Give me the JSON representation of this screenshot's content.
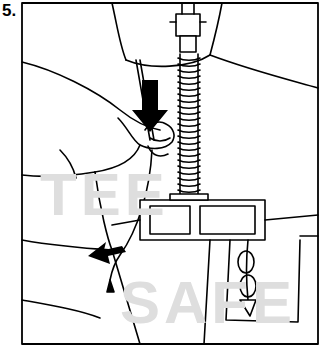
{
  "diagram": {
    "labels": [
      "5.",
      "TEE",
      "SAFE"
    ]
  }
}
